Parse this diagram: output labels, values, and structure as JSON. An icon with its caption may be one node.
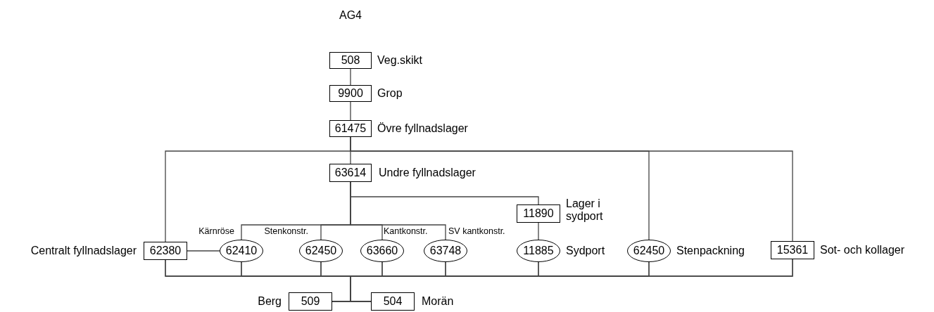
{
  "diagram": {
    "title": "AG4",
    "nodes": [
      {
        "text": [
          "508"
        ],
        "beside": [
          "Veg.skikt"
        ]
      },
      {
        "text": [
          "9900"
        ],
        "beside": [
          "Grop"
        ]
      },
      {
        "text": [
          "61475"
        ],
        "beside": [
          "Övre fyllnadslager"
        ]
      },
      {
        "text": [
          "63614"
        ],
        "beside": [
          "Undre fyllnadslager"
        ]
      },
      {
        "text": [
          "11890"
        ],
        "beside": [
          "Lager i sydport"
        ]
      },
      {
        "text": [
          "62380"
        ],
        "beside": [
          "Centralt fyllnadslager"
        ]
      },
      {
        "text": [
          "62410"
        ],
        "beside": [
          "Kärnröse"
        ]
      },
      {
        "text": [
          "62450"
        ],
        "beside": [
          "Stenkonstr."
        ]
      },
      {
        "text": [
          "63660"
        ],
        "beside": [
          "Kantkonstr."
        ]
      },
      {
        "text": [
          "63748"
        ],
        "beside": [
          "SV kantkonstr."
        ]
      },
      {
        "text": [
          "11885"
        ],
        "beside": [
          "Sydport"
        ]
      },
      {
        "text": [
          "62450"
        ],
        "beside": [
          "Stenpackning"
        ]
      },
      {
        "text": [
          "15361"
        ],
        "beside": [
          "Sot- och kollager"
        ]
      },
      {
        "text": [
          "509"
        ],
        "beside": [
          "Berg"
        ]
      },
      {
        "text": [
          "504"
        ],
        "beside": [
          "Morän"
        ]
      }
    ],
    "edges": [
      {
        "from": 0,
        "to": 1,
        "arrow": "none"
      },
      {
        "from": 1,
        "to": 2,
        "arrow": "none"
      },
      {
        "from": 2,
        "to": 3,
        "arrow": "none"
      },
      {
        "from": 2,
        "to": 5,
        "arrow": "none"
      },
      {
        "from": 2,
        "to": 11,
        "arrow": "none"
      },
      {
        "from": 2,
        "to": 12,
        "arrow": "none"
      },
      {
        "from": 3,
        "to": 4,
        "arrow": "none"
      },
      {
        "from": 3,
        "to": 6,
        "arrow": "none"
      },
      {
        "from": 3,
        "to": 7,
        "arrow": "none"
      },
      {
        "from": 3,
        "to": 8,
        "arrow": "none"
      },
      {
        "from": 3,
        "to": 9,
        "arrow": "none"
      },
      {
        "from": 5,
        "to": 6,
        "arrow": "none"
      },
      {
        "from": 4,
        "to": 10,
        "arrow": "none"
      },
      {
        "from": 5,
        "to": 13,
        "arrow": "none"
      },
      {
        "from": 5,
        "to": 14,
        "arrow": "none"
      },
      {
        "from": 6,
        "to": 13,
        "arrow": "none"
      },
      {
        "from": 6,
        "to": 14,
        "arrow": "none"
      },
      {
        "from": 7,
        "to": 13,
        "arrow": "none"
      },
      {
        "from": 7,
        "to": 14,
        "arrow": "none"
      },
      {
        "from": 8,
        "to": 13,
        "arrow": "none"
      },
      {
        "from": 8,
        "to": 14,
        "arrow": "none"
      },
      {
        "from": 9,
        "to": 13,
        "arrow": "none"
      },
      {
        "from": 9,
        "to": 14,
        "arrow": "none"
      },
      {
        "from": 10,
        "to": 13,
        "arrow": "none"
      },
      {
        "from": 10,
        "to": 14,
        "arrow": "none"
      },
      {
        "from": 11,
        "to": 13,
        "arrow": "none"
      },
      {
        "from": 11,
        "to": 14,
        "arrow": "none"
      },
      {
        "from": 12,
        "to": 13,
        "arrow": "none"
      },
      {
        "from": 12,
        "to": 14,
        "arrow": "none"
      }
    ]
  }
}
